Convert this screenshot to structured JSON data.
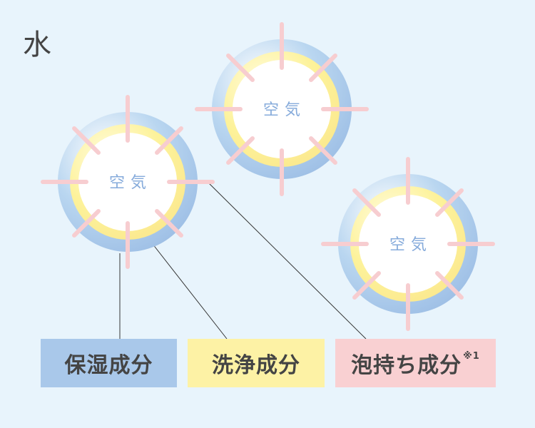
{
  "title": "水",
  "bubbles": [
    {
      "label": "空気"
    },
    {
      "label": "空気"
    },
    {
      "label": "空気"
    }
  ],
  "labels": [
    {
      "text": "保湿成分",
      "color": "#a9c8ea"
    },
    {
      "text": "洗浄成分",
      "color": "#fdf2a5"
    },
    {
      "text": "泡持ち成分",
      "note": "※1",
      "color": "#f9d0d2"
    }
  ],
  "colors": {
    "outer": "#a9c8ea",
    "yellow": "#fdf09a",
    "spike": "#f7cdd0",
    "background": "#e8f4fc"
  }
}
